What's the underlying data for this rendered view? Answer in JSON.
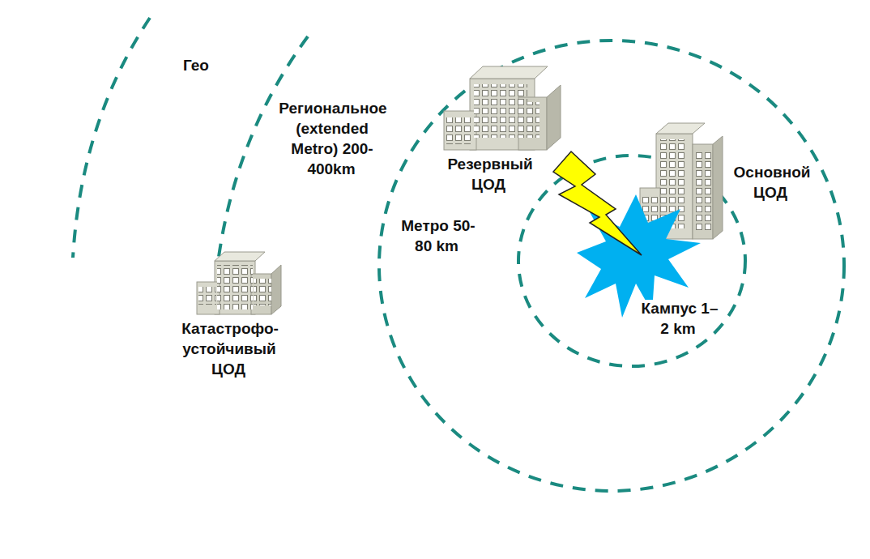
{
  "diagram": {
    "labels": [
      "Гео",
      "Региональное (extended Metro) 200-400km",
      "Резервный ЦОД",
      "Метро 50-80 km",
      "Основной ЦОД",
      "Кампус 1–2 km",
      "Катастрофо- устойчивый ЦОД"
    ]
  }
}
